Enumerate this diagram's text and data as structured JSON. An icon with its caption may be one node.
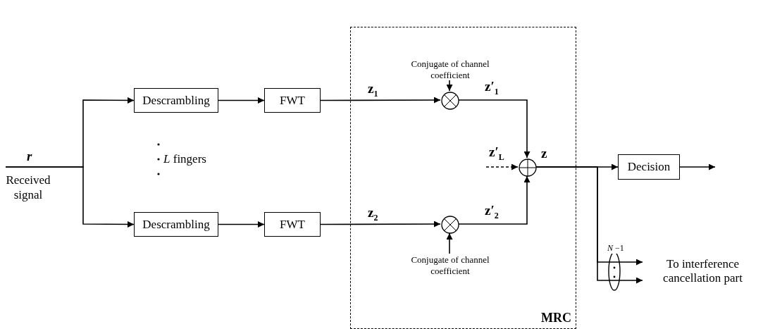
{
  "diagram": {
    "nodes": [
      {
        "text": [
          "MRC"
        ]
      },
      {
        "text": [
          "Descrambling"
        ]
      },
      {
        "text": [
          "FWT"
        ]
      },
      {
        "text": [
          "Descrambling"
        ]
      },
      {
        "text": [
          "FWT"
        ]
      },
      {
        "text": [],
        "shape": "circle",
        "in": 0
      },
      {
        "text": [],
        "shape": "circle",
        "in": 0
      },
      {
        "text": [],
        "shape": "circle",
        "in": 0
      },
      {
        "text": [
          "Conjugate of channel coefficient"
        ],
        "in": 0
      },
      {
        "text": [
          "Conjugate of channel coefficient"
        ],
        "in": 0
      },
      {
        "text": [
          "Decision"
        ]
      },
      {
        "text": [
          "To interference cancellation part"
        ]
      },
      {
        "text": [
          "Received signal"
        ]
      }
    ],
    "edges": [
      {
        "from": 12,
        "to": 1,
        "arrow": "to",
        "label": "r"
      },
      {
        "from": 12,
        "to": 3,
        "arrow": "to"
      },
      {
        "from": 1,
        "to": 2,
        "arrow": "to"
      },
      {
        "from": 3,
        "to": 4,
        "arrow": "to"
      },
      {
        "from": 2,
        "to": 5,
        "arrow": "to",
        "label": "z$_{1}$"
      },
      {
        "from": 4,
        "to": 6,
        "arrow": "to",
        "label": "z$_{2}$"
      },
      {
        "from": 8,
        "to": 5,
        "arrow": "to"
      },
      {
        "from": 9,
        "to": 6,
        "arrow": "to"
      },
      {
        "from": 5,
        "to": 7,
        "arrow": "to",
        "label": "z′$_{1}$"
      },
      {
        "from": 6,
        "to": 7,
        "arrow": "to",
        "label": "z′$_{2}$"
      },
      {
        "from": null,
        "to": 7,
        "arrow": "to",
        "label": "z′$_{L}$",
        "style": "dashed"
      },
      {
        "from": 7,
        "to": 10,
        "arrow": "to",
        "label": "z"
      },
      {
        "from": 7,
        "to": 11,
        "arrow": "to"
      },
      {
        "from": 7,
        "to": 11,
        "arrow": "to"
      },
      {
        "from": 10,
        "to": null,
        "arrow": "to"
      }
    ],
    "labels": [
      "*L* fingers",
      "*N* −1"
    ]
  }
}
